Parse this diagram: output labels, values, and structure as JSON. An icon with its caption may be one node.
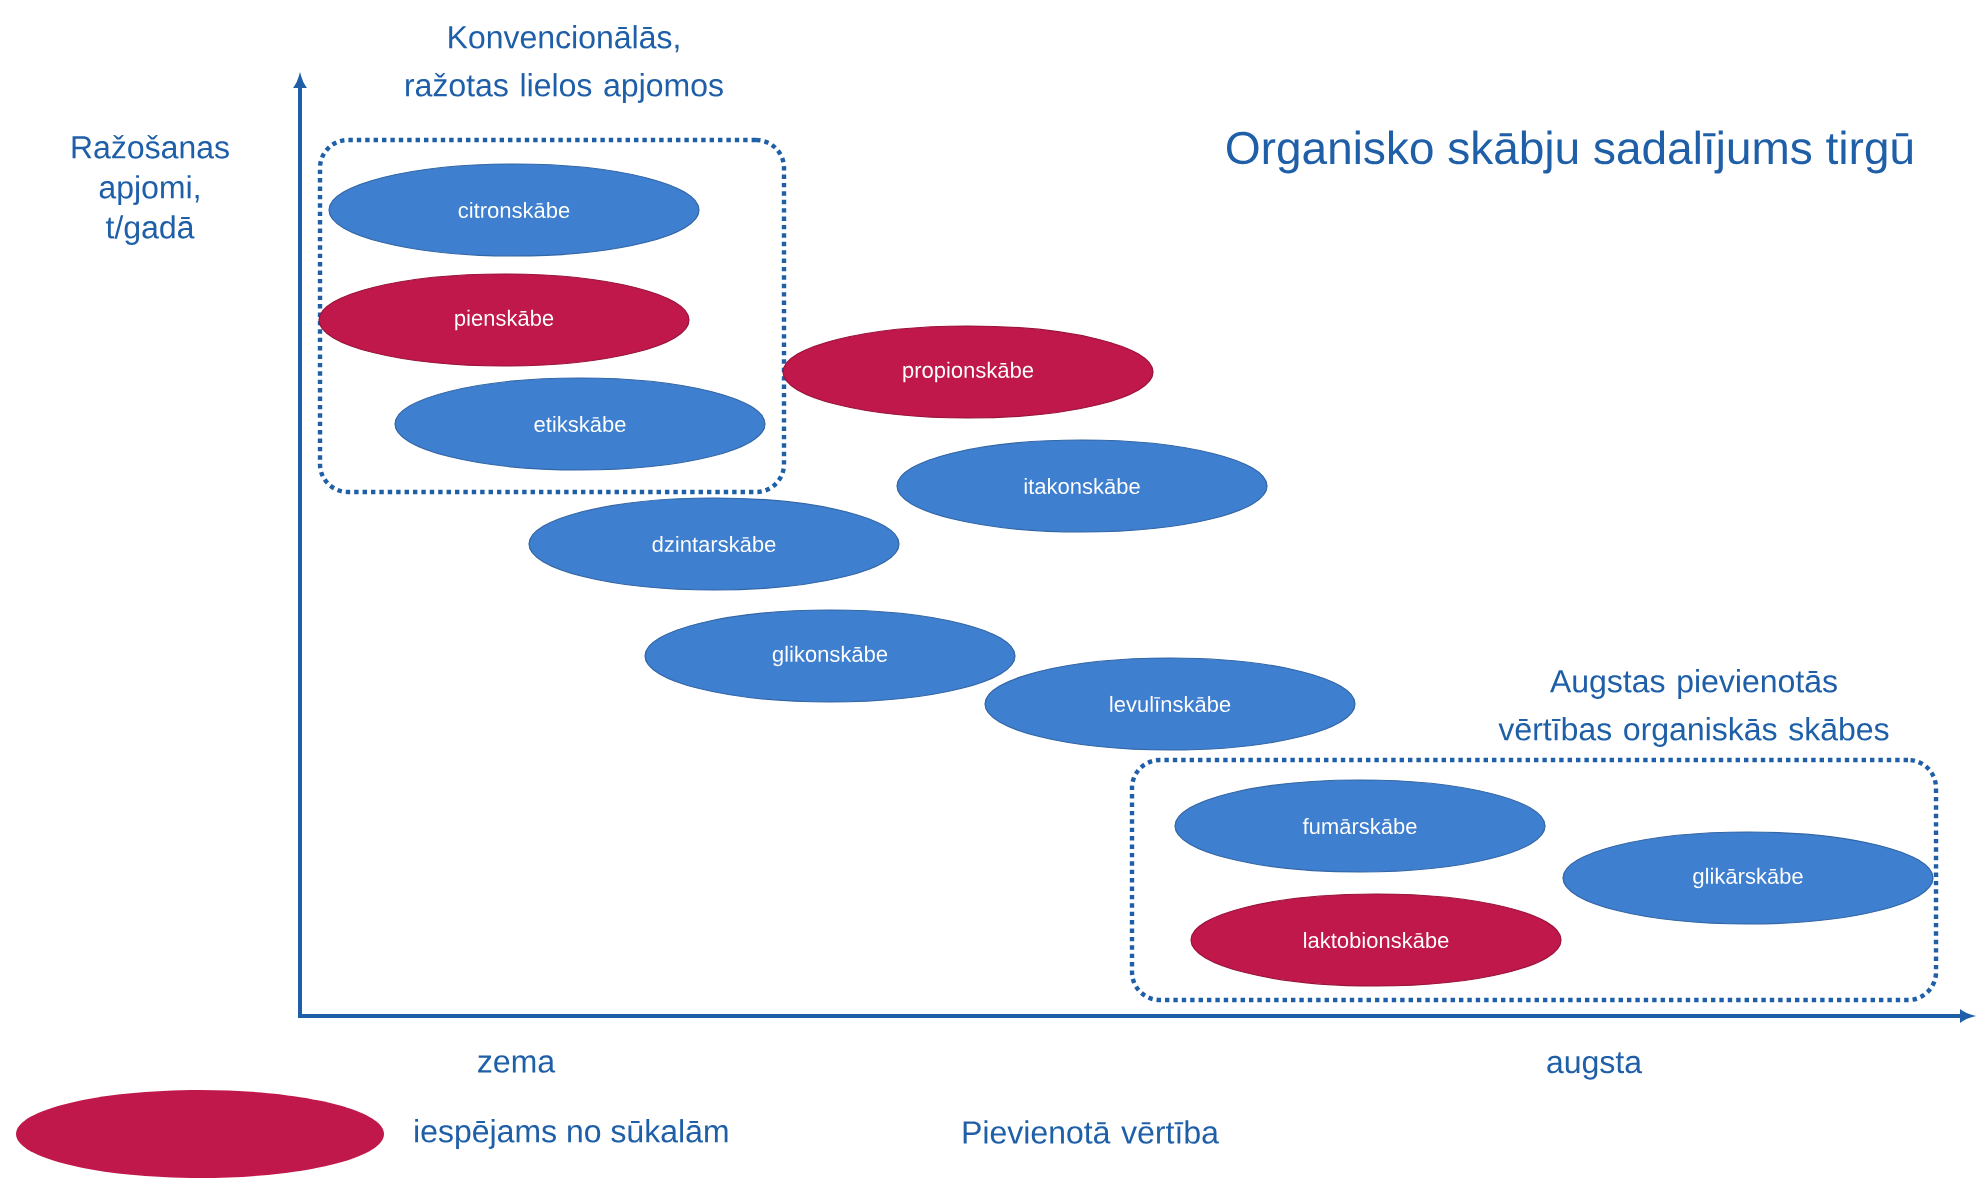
{
  "diagram": {
    "title": "Organisko skābju sadalījums tirgū",
    "nodes": [
      {
        "text": [
          "Konvencionālās, ražotas lielos apjomos"
        ]
      },
      {
        "text": [
          "citronskābe"
        ],
        "in": 0
      },
      {
        "text": [
          "pienskābe"
        ],
        "in": 0
      },
      {
        "text": [
          "etikskābe"
        ],
        "in": 0
      },
      {
        "text": [
          "propionskābe"
        ]
      },
      {
        "text": [
          "itakonskābe"
        ]
      },
      {
        "text": [
          "dzintarskābe"
        ]
      },
      {
        "text": [
          "glikonskābe"
        ]
      },
      {
        "text": [
          "levulīnskābe"
        ]
      },
      {
        "text": [
          "Augstas pievienotās vērtības organiskās skābes"
        ]
      },
      {
        "text": [
          "fumārskābe"
        ],
        "in": 9
      },
      {
        "text": [
          "glikārskābe"
        ],
        "in": 9
      },
      {
        "text": [
          "laktobionskābe"
        ],
        "in": 9
      }
    ],
    "labels": [
      "Ražošanas apjomi, t/gadā",
      "zema",
      "augsta",
      "Pievienotā vērtība"
    ],
    "legend": [
      {
        "text": "iespējams no sūkalām",
        "color": "#c0184a"
      }
    ]
  }
}
